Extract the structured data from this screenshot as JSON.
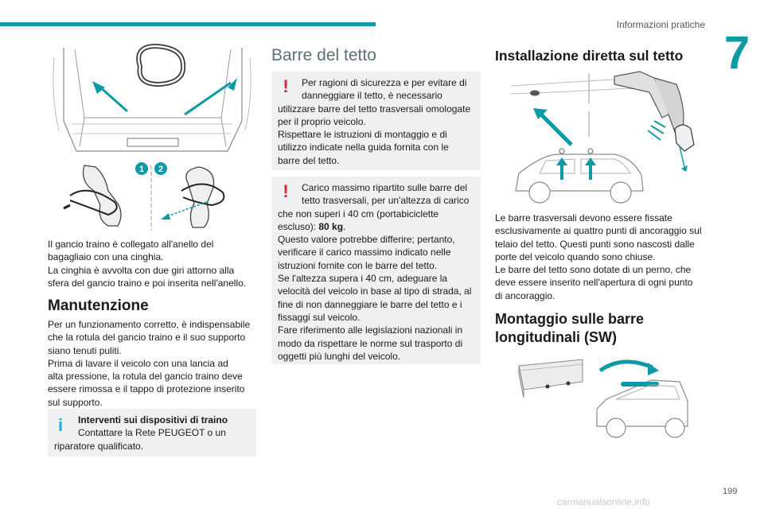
{
  "header": {
    "section_title": "Informazioni pratiche",
    "chapter_number": "7"
  },
  "col1": {
    "callouts": [
      "1",
      "2"
    ],
    "intro": [
      "Il gancio traino è collegato all'anello del",
      "bagagliaio con una cinghia.",
      "La cinghia è avvolta con due giri attorno alla",
      "sfera del gancio traino e poi inserita nell'anello."
    ],
    "heading": "Manutenzione",
    "body": [
      "Per un funzionamento corretto, è indispensabile",
      "che la rotula del gancio traino e il suo supporto",
      "siano tenuti puliti.",
      "Prima di lavare il veicolo con una lancia ad",
      "alta pressione, la rotula del gancio traino deve",
      "essere rimossa e il tappo di protezione inserito",
      "sul supporto."
    ],
    "info_title": "Interventi sui dispositivi di traino",
    "info_line1": "Contattare la Rete PEUGEOT o un",
    "info_line2": "riparatore qualificato."
  },
  "col2": {
    "heading": "Barre del tetto",
    "warn1_first": [
      "Per ragioni di sicurezza e per evitare di",
      "danneggiare il tetto, è necessario"
    ],
    "warn1_rest": [
      "utilizzare barre del tetto trasversali omologate",
      "per il proprio veicolo.",
      "Rispettare le istruzioni di montaggio e di",
      "utilizzo indicate nella guida fornita con le",
      "barre del tetto."
    ],
    "warn2_first": [
      "Carico massimo ripartito sulle barre del",
      "tetto trasversali, per un'altezza di carico"
    ],
    "warn2_rest_a": [
      "che non superi i 40 cm (portabiciclette"
    ],
    "warn2_load_prefix": "escluso): ",
    "warn2_load_value": "80 kg",
    "warn2_load_suffix": ".",
    "warn2_rest_b": [
      "Questo valore potrebbe differire; pertanto,",
      "verificare il carico massimo indicato nelle",
      "istruzioni fornite con le barre del tetto.",
      "Se l'altezza supera i 40 cm, adeguare la",
      "velocità del veicolo in base al tipo di strada, al",
      "fine di non danneggiare le barre del tetto e i",
      "fissaggi sul veicolo.",
      "Fare riferimento alle legislazioni nazionali in",
      "modo da rispettare le norme sul trasporto di",
      "oggetti più lunghi del veicolo."
    ]
  },
  "col3": {
    "heading1": "Installazione diretta sul tetto",
    "body": [
      "Le barre trasversali devono essere fissate",
      "esclusivamente ai quattro punti di ancoraggio sul",
      "telaio del tetto. Questi punti sono nascosti dalle",
      "porte del veicolo quando sono chiuse.",
      "Le barre del tetto sono dotate di un perno, che",
      "deve essere inserito nell'apertura di ogni punto",
      "di ancoraggio."
    ],
    "heading2_line1": "Montaggio sulle barre",
    "heading2_line2": "longitudinali (SW)"
  },
  "footer": {
    "page_number": "199",
    "watermark": "carmanualsonline.info"
  },
  "icons": {
    "warning": "warning-exclamation-icon",
    "info": "info-i-icon"
  },
  "colors": {
    "accent": "#0c9aa5",
    "warning": "#e0212d",
    "info": "#1eaadb",
    "box": "#eef0f1"
  }
}
